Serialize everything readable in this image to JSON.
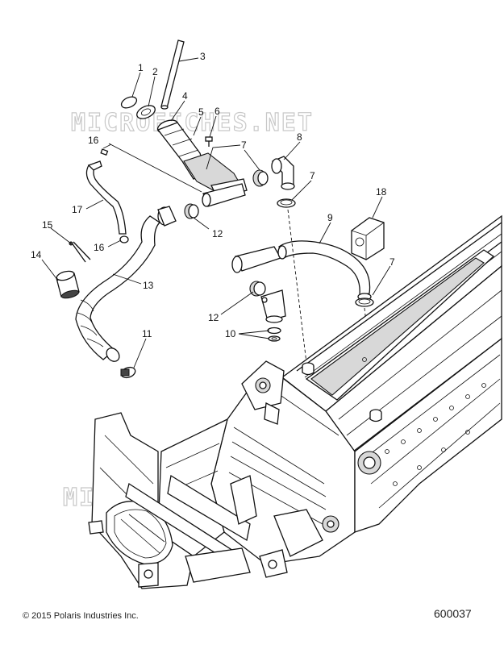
{
  "watermark": "MICROFICHES.NET",
  "copyright": "© 2015 Polaris Industries Inc.",
  "diagram_number": "600037",
  "callouts": [
    {
      "id": "c1",
      "label": "1"
    },
    {
      "id": "c2",
      "label": "2"
    },
    {
      "id": "c3",
      "label": "3"
    },
    {
      "id": "c4",
      "label": "4"
    },
    {
      "id": "c5",
      "label": "5"
    },
    {
      "id": "c6",
      "label": "6"
    },
    {
      "id": "c7a",
      "label": "7"
    },
    {
      "id": "c8",
      "label": "8"
    },
    {
      "id": "c7b",
      "label": "7"
    },
    {
      "id": "c16a",
      "label": "16"
    },
    {
      "id": "c18",
      "label": "18"
    },
    {
      "id": "c9",
      "label": "9"
    },
    {
      "id": "c17",
      "label": "17"
    },
    {
      "id": "c12a",
      "label": "12"
    },
    {
      "id": "c15",
      "label": "15"
    },
    {
      "id": "c16b",
      "label": "16"
    },
    {
      "id": "c14",
      "label": "14"
    },
    {
      "id": "c7c",
      "label": "7"
    },
    {
      "id": "c13",
      "label": "13"
    },
    {
      "id": "c12b",
      "label": "12"
    },
    {
      "id": "c10",
      "label": "10"
    },
    {
      "id": "c11",
      "label": "11"
    }
  ]
}
